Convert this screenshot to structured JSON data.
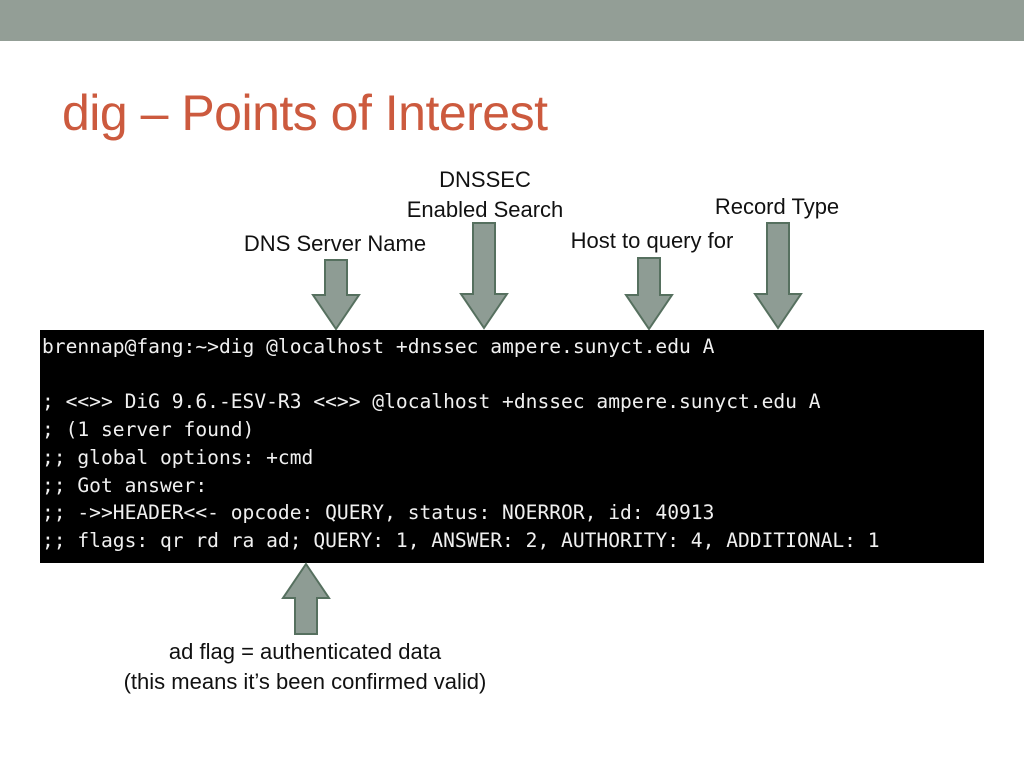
{
  "slide": {
    "title": "dig – Points of Interest",
    "colors": {
      "top_bar": "#939e96",
      "title": "#cc5a3e",
      "arrow_fill": "#8e9c94",
      "arrow_stroke": "#56705f",
      "terminal_bg": "#000000",
      "terminal_text": "#f0f0f0"
    }
  },
  "annotations": {
    "dnssec_line1": "DNSSEC",
    "dnssec_line2": "Enabled Search",
    "record_type": "Record Type",
    "dns_server_name": "DNS Server Name",
    "host_to_query": "Host to query for",
    "ad_flag_line1": "ad flag = authenticated data",
    "ad_flag_line2": "(this means it’s been confirmed valid)"
  },
  "terminal": {
    "lines": [
      "brennap@fang:~>dig @localhost +dnssec ampere.sunyct.edu A",
      "",
      "; <<>> DiG 9.6.-ESV-R3 <<>> @localhost +dnssec ampere.sunyct.edu A",
      "; (1 server found)",
      ";; global options: +cmd",
      ";; Got answer:",
      ";; ->>HEADER<<- opcode: QUERY, status: NOERROR, id: 40913",
      ";; flags: qr rd ra ad; QUERY: 1, ANSWER: 2, AUTHORITY: 4, ADDITIONAL: 1"
    ]
  }
}
